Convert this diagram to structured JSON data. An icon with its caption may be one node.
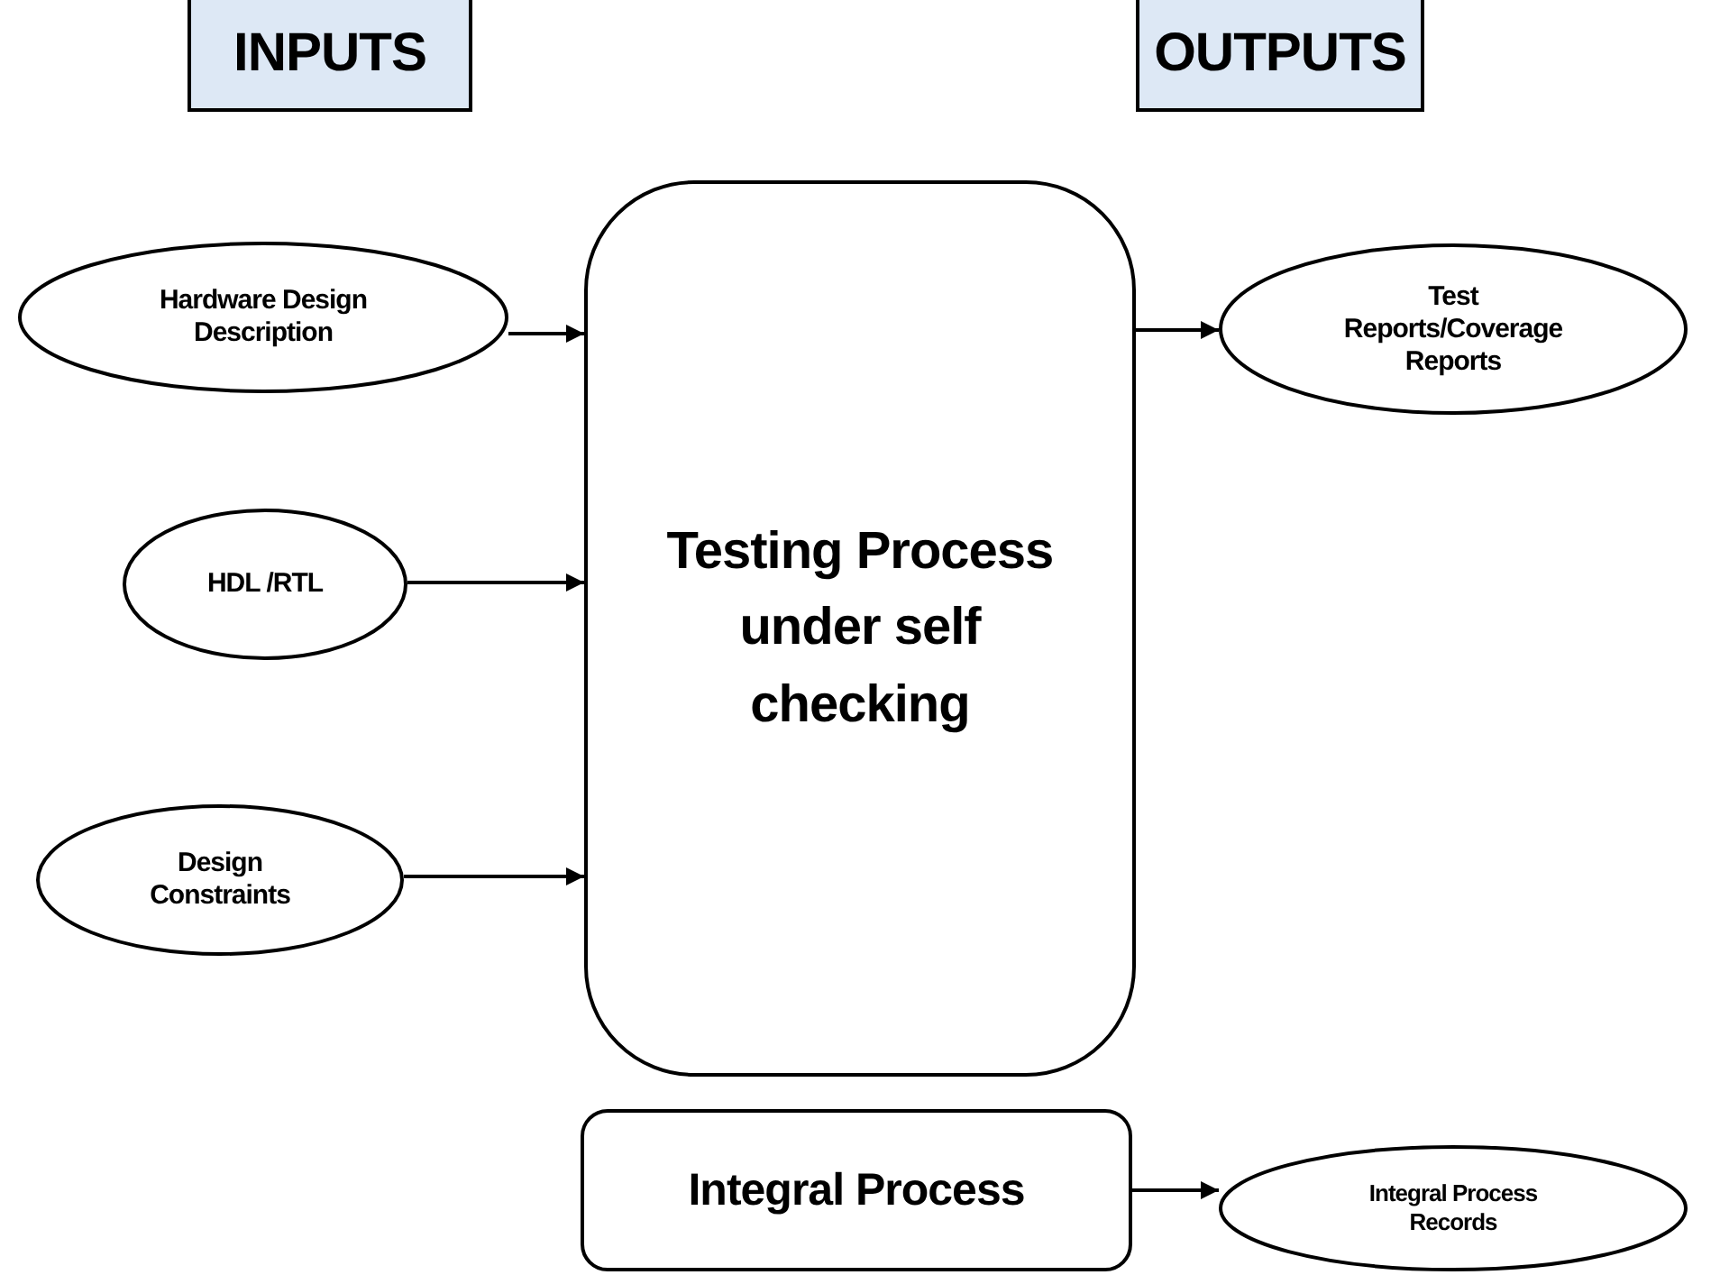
{
  "diagram": {
    "nodes": [
      {
        "text": [
          "INPUTS"
        ]
      },
      {
        "text": [
          "OUTPUTS"
        ]
      },
      {
        "text": [
          "Hardware Design Description"
        ]
      },
      {
        "text": [
          "Test Reports/Coverage Reports"
        ]
      },
      {
        "text": [
          "Testing Process under self checking"
        ]
      },
      {
        "text": [
          "HDL /RTL"
        ]
      },
      {
        "text": [
          "Design Constraints"
        ]
      },
      {
        "text": [
          "Integral Process"
        ]
      },
      {
        "text": [
          "Integral Process Records"
        ]
      }
    ],
    "edges": [
      {
        "from": 2,
        "to": 4,
        "arrow": "to"
      },
      {
        "from": 4,
        "to": 3,
        "arrow": "to"
      },
      {
        "from": 5,
        "to": 4,
        "arrow": "to"
      },
      {
        "from": 6,
        "to": 4,
        "arrow": "to"
      },
      {
        "from": 7,
        "to": 8,
        "arrow": "to"
      }
    ]
  }
}
